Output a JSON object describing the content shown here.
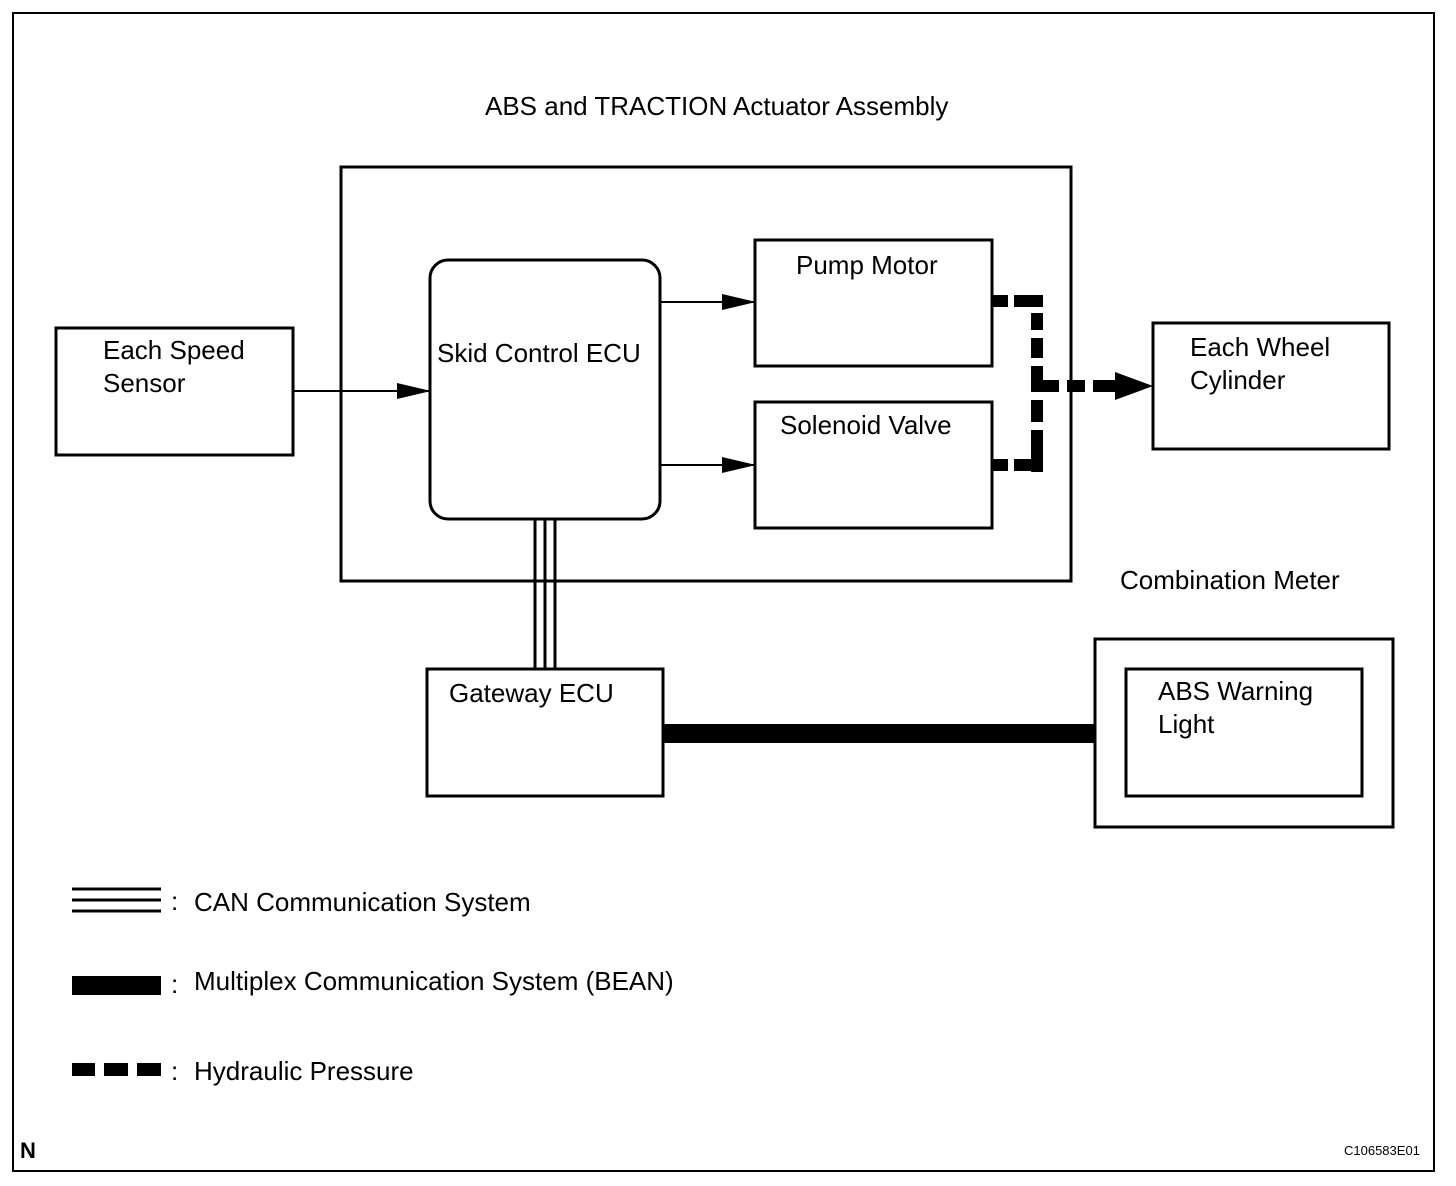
{
  "title": "ABS and TRACTION Actuator Assembly",
  "nodes": {
    "speed_sensor": "Each Speed\nSensor",
    "skid_ecu": "Skid Control ECU",
    "pump_motor": "Pump Motor",
    "solenoid_valve": "Solenoid Valve",
    "wheel_cylinder": "Each Wheel\nCylinder",
    "gateway_ecu": "Gateway ECU",
    "combination_meter": "Combination Meter",
    "abs_warning_light": "ABS Warning\nLight"
  },
  "legend": {
    "can": "CAN Communication System",
    "bean": "Multiplex Communication System (BEAN)",
    "hydraulic": "Hydraulic Pressure",
    "separator": ":"
  },
  "corner_letter": "N",
  "figure_code": "C106583E01",
  "colors": {
    "line": "#000000",
    "background": "#ffffff"
  }
}
